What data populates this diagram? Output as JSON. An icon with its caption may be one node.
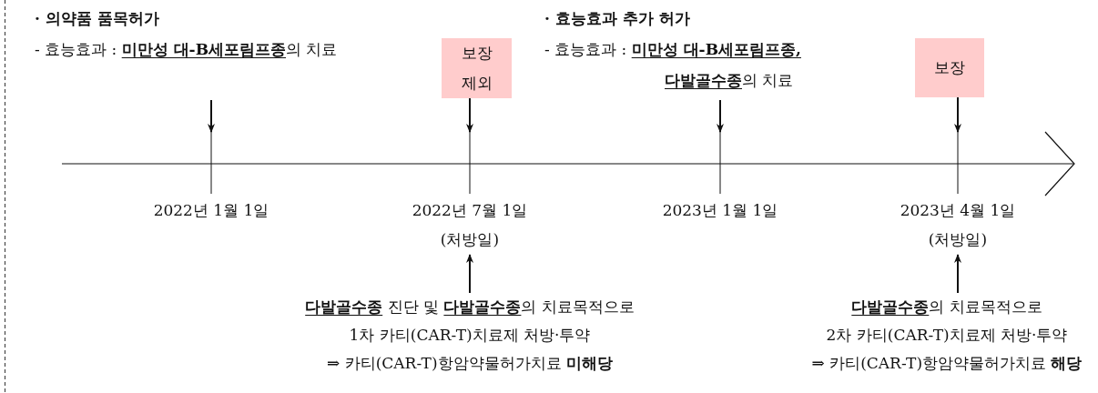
{
  "diagram": {
    "nodes": [
      {
        "text": [
          "· 의약품 품목허가",
          "- 효능효과 : **미만성 대-B세포림프종**의 치료"
        ]
      },
      {
        "text": [
          "보장 제외"
        ]
      },
      {
        "text": [
          "· 효능효과 추가 허가",
          "- 효능효과 : **미만성 대-B세포림프종, 다발골수종**의 치료"
        ]
      },
      {
        "text": [
          "보장"
        ]
      },
      {
        "text": [
          "2022년 1월 1일"
        ]
      },
      {
        "text": [
          "2022년 7월 1일",
          "(처방일)"
        ]
      },
      {
        "text": [
          "2023년 1월 1일"
        ]
      },
      {
        "text": [
          "2023년 4월 1일",
          "(처방일)"
        ]
      },
      {
        "text": [
          "**다발골수종** 진단 및 **다발골수종**의 치료목적으로",
          "1차 카티(CAR-T)치료제 처방·투약",
          "⇒ 카티(CAR-T)항암약물허가치료 **미해당**"
        ]
      },
      {
        "text": [
          "**다발골수종**의 치료목적으로",
          "2차 카티(CAR-T)치료제 처방·투약",
          "⇒ 카티(CAR-T)항암약물허가치료 **해당**"
        ]
      }
    ],
    "edges": [
      {
        "from": 0,
        "to": 4,
        "arrow": "to"
      },
      {
        "from": 1,
        "to": 5,
        "arrow": "to"
      },
      {
        "from": 2,
        "to": 6,
        "arrow": "to"
      },
      {
        "from": 3,
        "to": 7,
        "arrow": "to"
      },
      {
        "from": 8,
        "to": 5,
        "arrow": "to"
      },
      {
        "from": 9,
        "to": 7,
        "arrow": "to"
      }
    ]
  }
}
